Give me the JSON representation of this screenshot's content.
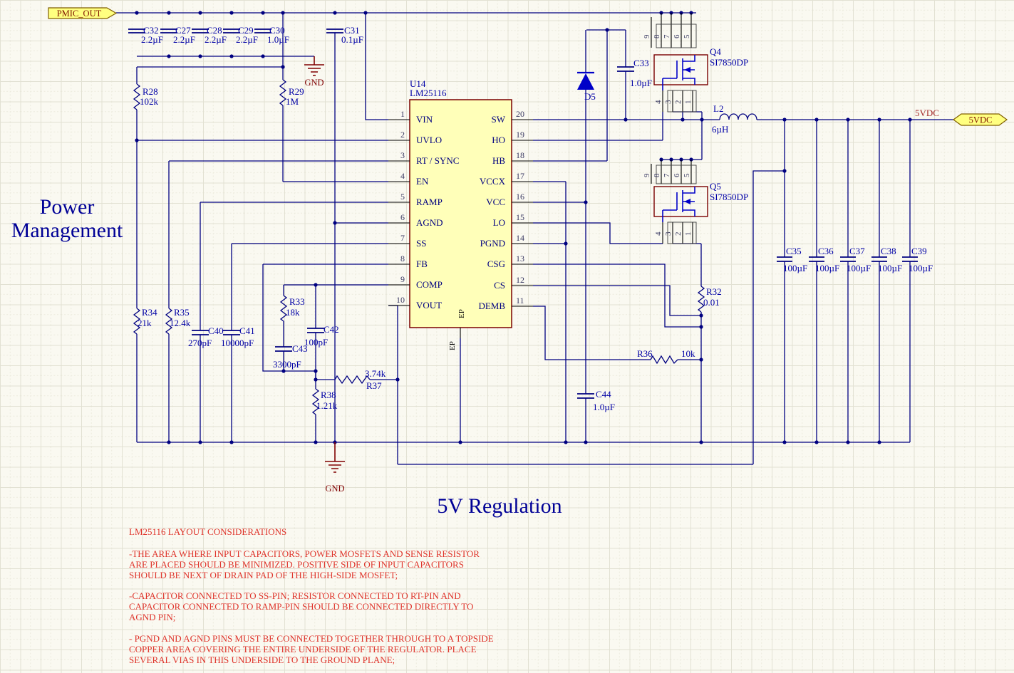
{
  "sheet": {
    "title_line1": "Power",
    "title_line2": "Management",
    "subtitle": "5V Regulation"
  },
  "ports": {
    "input": "PMIC_OUT",
    "output": "5VDC"
  },
  "net_labels": {
    "output": "5VDC"
  },
  "ground_labels": {
    "top": "GND",
    "bottom": "GND"
  },
  "ic": {
    "ref": "U14",
    "part": "LM25116",
    "ep_pad": "EP",
    "ep_pin": "EP",
    "left_pins": [
      {
        "num": "1",
        "name": "VIN"
      },
      {
        "num": "2",
        "name": "UVLO"
      },
      {
        "num": "3",
        "name": "RT / SYNC"
      },
      {
        "num": "4",
        "name": "EN"
      },
      {
        "num": "5",
        "name": "RAMP"
      },
      {
        "num": "6",
        "name": "AGND"
      },
      {
        "num": "7",
        "name": "SS"
      },
      {
        "num": "8",
        "name": "FB"
      },
      {
        "num": "9",
        "name": "COMP"
      },
      {
        "num": "10",
        "name": "VOUT"
      }
    ],
    "right_pins": [
      {
        "num": "20",
        "name": "SW"
      },
      {
        "num": "19",
        "name": "HO"
      },
      {
        "num": "18",
        "name": "HB"
      },
      {
        "num": "17",
        "name": "VCCX"
      },
      {
        "num": "16",
        "name": "VCC"
      },
      {
        "num": "15",
        "name": "LO"
      },
      {
        "num": "14",
        "name": "PGND"
      },
      {
        "num": "13",
        "name": "CSG"
      },
      {
        "num": "12",
        "name": "CS"
      },
      {
        "num": "11",
        "name": "DEMB"
      }
    ]
  },
  "components": {
    "C32": {
      "ref": "C32",
      "value": "2.2µF"
    },
    "C27": {
      "ref": "C27",
      "value": "2.2µF"
    },
    "C28": {
      "ref": "C28",
      "value": "2.2µF"
    },
    "C29": {
      "ref": "C29",
      "value": "2.2µF"
    },
    "C30": {
      "ref": "C30",
      "value": "1.0µF"
    },
    "C31": {
      "ref": "C31",
      "value": "0.1µF"
    },
    "R28": {
      "ref": "R28",
      "value": "102k"
    },
    "R29": {
      "ref": "R29",
      "value": "1M"
    },
    "R34": {
      "ref": "R34",
      "value": "21k"
    },
    "R35": {
      "ref": "R35",
      "value": "12.4k"
    },
    "C40": {
      "ref": "C40",
      "value": "270pF"
    },
    "C41": {
      "ref": "C41",
      "value": "10000pF"
    },
    "R33": {
      "ref": "R33",
      "value": "18k"
    },
    "C43": {
      "ref": "C43",
      "value": "3300pF"
    },
    "C42": {
      "ref": "C42",
      "value": "100pF"
    },
    "R37": {
      "ref": "R37",
      "value": "3.74k"
    },
    "R38": {
      "ref": "R38",
      "value": "1.21k"
    },
    "D5": {
      "ref": "D5"
    },
    "C33": {
      "ref": "C33",
      "value": "1.0µF"
    },
    "Q4": {
      "ref": "Q4",
      "value": "SI7850DP",
      "top_pins": [
        "9",
        "8",
        "7",
        "6",
        "5"
      ],
      "bottom_pins": [
        "4",
        "3",
        "2",
        "1"
      ]
    },
    "Q5": {
      "ref": "Q5",
      "value": "SI7850DP",
      "top_pins": [
        "9",
        "8",
        "7",
        "6",
        "5"
      ],
      "bottom_pins": [
        "4",
        "3",
        "2",
        "1"
      ]
    },
    "L2": {
      "ref": "L2",
      "value": "6µH"
    },
    "R32": {
      "ref": "R32",
      "value": "0.01"
    },
    "R36": {
      "ref": "R36",
      "value": "10k"
    },
    "C44": {
      "ref": "C44",
      "value": "1.0µF"
    },
    "C35": {
      "ref": "C35",
      "value": "100µF"
    },
    "C36": {
      "ref": "C36",
      "value": "100µF"
    },
    "C37": {
      "ref": "C37",
      "value": "100µF"
    },
    "C38": {
      "ref": "C38",
      "value": "100µF"
    },
    "C39": {
      "ref": "C39",
      "value": "100µF"
    }
  },
  "notes": {
    "heading": "LM25116 LAYOUT CONSIDERATIONS",
    "lines": [
      "-THE AREA WHERE INPUT CAPACITORS, POWER MOSFETS AND SENSE RESISTOR",
      "ARE PLACED SHOULD BE MINIMIZED. POSITIVE SIDE OF INPUT CAPACITORS",
      "SHOULD BE NEXT OF DRAIN PAD OF THE HIGH-SIDE MOSFET;",
      "-CAPACITOR CONNECTED TO SS-PIN; RESISTOR CONNECTED TO RT-PIN AND",
      "CAPACITOR CONNECTED TO RAMP-PIN SHOULD BE CONNECTED DIRECTLY TO",
      "AGND PIN;",
      "- PGND AND AGND PINS MUST BE CONNECTED TOGETHER THROUGH TO A TOPSIDE",
      "COPPER AREA COVERING THE ENTIRE UNDERSIDE OF THE REGULATOR. PLACE",
      "SEVERAL VIAS IN THIS UNDERSIDE TO THE GROUND PLANE;"
    ]
  },
  "colors": {
    "background": "#FAF9F1",
    "wire": "#000080",
    "component_outline": "#7A0000",
    "ic_fill": "#FFFFB9",
    "port_fill": "#FFFF80",
    "designator_text": "#0000A6",
    "title_text": "#000096",
    "note_text": "#DF342B",
    "net_label_text": "#A52A2A",
    "ground": "#800000",
    "mosfet_symbol": "#0000C8"
  }
}
